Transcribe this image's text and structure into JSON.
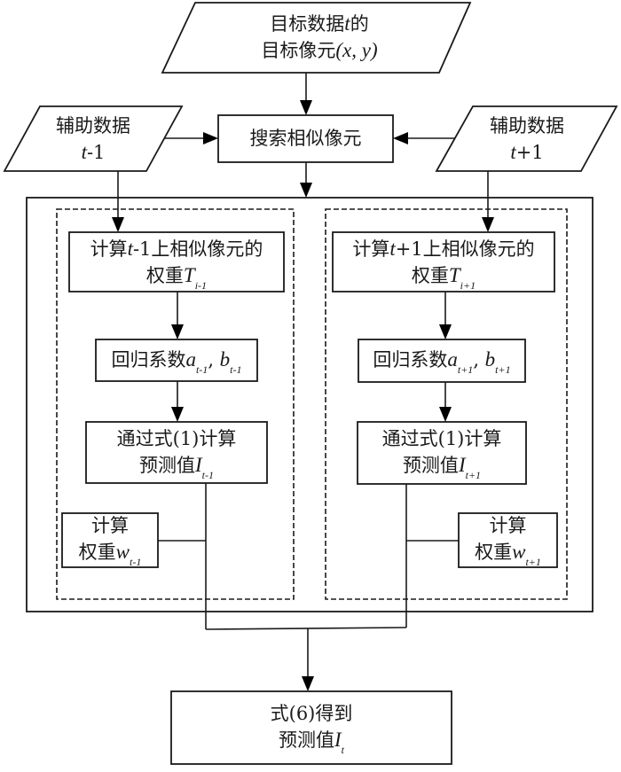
{
  "diagram": {
    "type": "flowchart",
    "nodes": {
      "target_input": {
        "shape": "parallelogram",
        "line1": "目标数据",
        "line1_var": "t",
        "line1_suffix": "的",
        "line2": "目标像元",
        "line2_var": "(x, y)"
      },
      "aux_prev": {
        "shape": "parallelogram",
        "line1": "辅助数据",
        "line2_var": "t",
        "line2_suffix": "-1"
      },
      "aux_next": {
        "shape": "parallelogram",
        "line1": "辅助数据",
        "line2_var": "t",
        "line2_suffix": "+1"
      },
      "search": {
        "shape": "rectangle",
        "text": "搜索相似像元"
      },
      "left_branch": {
        "weight_T": {
          "prefix": "计算",
          "var": "t",
          "suffix": "-1上相似像元的",
          "line2": "权重",
          "line2_var": "T",
          "line2_sub": "i-1"
        },
        "regression": {
          "text": "回归系数",
          "a": "a",
          "a_sub": "t-1",
          "sep": ", ",
          "b": "b",
          "b_sub": "t-1"
        },
        "predict": {
          "line1": "通过式(1)计算",
          "line2": "预测值",
          "var": "I",
          "sub": "t-1"
        },
        "weight_w": {
          "line1": "计算",
          "line2": "权重",
          "var": "w",
          "sub": "t-1"
        }
      },
      "right_branch": {
        "weight_T": {
          "prefix": "计算",
          "var": "t",
          "suffix": "+1上相似像元的",
          "line2": "权重",
          "line2_var": "T",
          "line2_sub": "i+1"
        },
        "regression": {
          "text": "回归系数",
          "a": "a",
          "a_sub": "t+1",
          "sep": ", ",
          "b": "b",
          "b_sub": "t+1"
        },
        "predict": {
          "line1": "通过式(1)计算",
          "line2": "预测值",
          "var": "I",
          "sub": "t+1"
        },
        "weight_w": {
          "line1": "计算",
          "line2": "权重",
          "var": "w",
          "sub": "t+1"
        }
      },
      "final": {
        "shape": "rectangle",
        "line1": "式(6)得到",
        "line2": "预测值",
        "var": "I",
        "sub": "t"
      }
    },
    "edges": [
      [
        "target_input",
        "search"
      ],
      [
        "aux_prev",
        "search"
      ],
      [
        "aux_next",
        "search"
      ],
      [
        "search",
        "container"
      ],
      [
        "aux_prev",
        "left_branch.weight_T"
      ],
      [
        "aux_next",
        "right_branch.weight_T"
      ],
      [
        "left_branch.weight_T",
        "left_branch.regression"
      ],
      [
        "left_branch.regression",
        "left_branch.predict"
      ],
      [
        "right_branch.weight_T",
        "right_branch.regression"
      ],
      [
        "right_branch.regression",
        "right_branch.predict"
      ],
      [
        "left_branch.predict",
        "final"
      ],
      [
        "left_branch.weight_w",
        "final"
      ],
      [
        "right_branch.predict",
        "final"
      ],
      [
        "right_branch.weight_w",
        "final"
      ]
    ]
  }
}
